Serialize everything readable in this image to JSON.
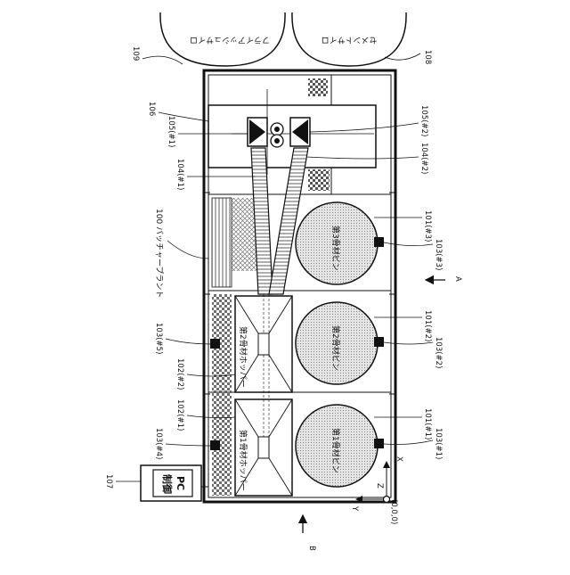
{
  "silos": {
    "fly_ash": {
      "label": "フライアッシュサイロ",
      "ref": "109"
    },
    "cement": {
      "label": "セメントサイロ",
      "ref": "108"
    }
  },
  "plant": {
    "label": "100 バッチャープラント"
  },
  "mixer": {
    "ref": "106"
  },
  "conveyors": {
    "c1": {
      "ref": "104(#1)"
    },
    "c2": {
      "ref": "104(#2)"
    }
  },
  "mixer_hoppers": {
    "m1": {
      "ref": "105(#1)"
    },
    "m2": {
      "ref": "105(#2)"
    }
  },
  "bins": [
    {
      "label": "第1骨材ビン",
      "ref": "101(#1)",
      "sensor_ref": "103(#1)"
    },
    {
      "label": "第2骨材ビン",
      "ref": "101(#2)",
      "sensor_ref": "103(#2)"
    },
    {
      "label": "第3骨材ビン",
      "ref": "101(#3)",
      "sensor_ref": "103(#3)"
    }
  ],
  "hoppers": [
    {
      "label": "第1骨材ホッパー",
      "ref": "102(#1)",
      "sensor_ref": "103(#4)"
    },
    {
      "label": "第2骨材ホッパー",
      "ref": "102(#2)",
      "sensor_ref": "103(#5)"
    }
  ],
  "control_pc": {
    "label_line1": "制御",
    "label_line2": "PC",
    "ref": "107"
  },
  "axes": {
    "x": "X",
    "y": "Y",
    "z": "Z",
    "origin": "(0,0,0)"
  },
  "arrows": {
    "b": "B",
    "a": "A"
  }
}
